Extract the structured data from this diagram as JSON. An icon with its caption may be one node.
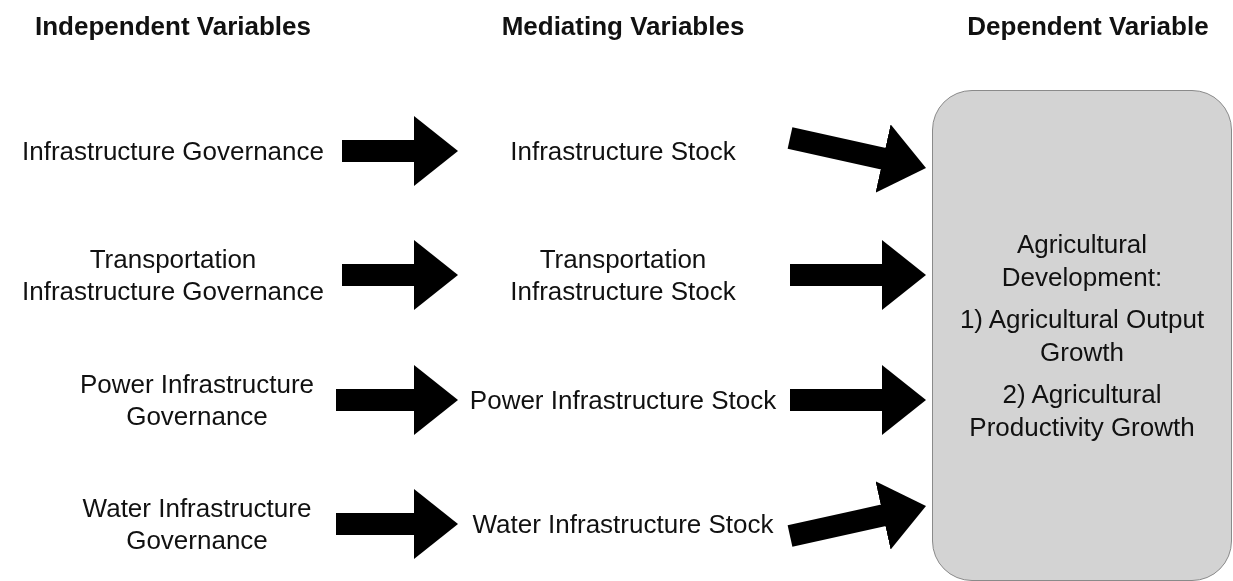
{
  "diagram": {
    "nodes": [
      {
        "text": [
          "Infrastructure Governance"
        ]
      },
      {
        "text": [
          "Transportation Infrastructure Governance"
        ]
      },
      {
        "text": [
          "Power Infrastructure Governance"
        ]
      },
      {
        "text": [
          "Water Infrastructure Governance"
        ]
      },
      {
        "text": [
          "Infrastructure Stock"
        ]
      },
      {
        "text": [
          "Transportation Infrastructure Stock"
        ]
      },
      {
        "text": [
          "Power Infrastructure Stock"
        ]
      },
      {
        "text": [
          "Water Infrastructure Stock"
        ]
      },
      {
        "text": [
          "Agricultural Development:",
          "1) Agricultural Output Growth",
          "2) Agricultural Productivity Growth"
        ]
      }
    ],
    "edges": [
      {
        "from": 0,
        "to": 4,
        "arrow": "to"
      },
      {
        "from": 1,
        "to": 5,
        "arrow": "to"
      },
      {
        "from": 2,
        "to": 6,
        "arrow": "to"
      },
      {
        "from": 3,
        "to": 7,
        "arrow": "to"
      },
      {
        "from": 4,
        "to": 8,
        "arrow": "to"
      },
      {
        "from": 5,
        "to": 8,
        "arrow": "to"
      },
      {
        "from": 6,
        "to": 8,
        "arrow": "to"
      },
      {
        "from": 7,
        "to": 8,
        "arrow": "to"
      }
    ],
    "labels": [
      "Independent Variables",
      "Mediating Variables",
      "Dependent Variable"
    ]
  }
}
